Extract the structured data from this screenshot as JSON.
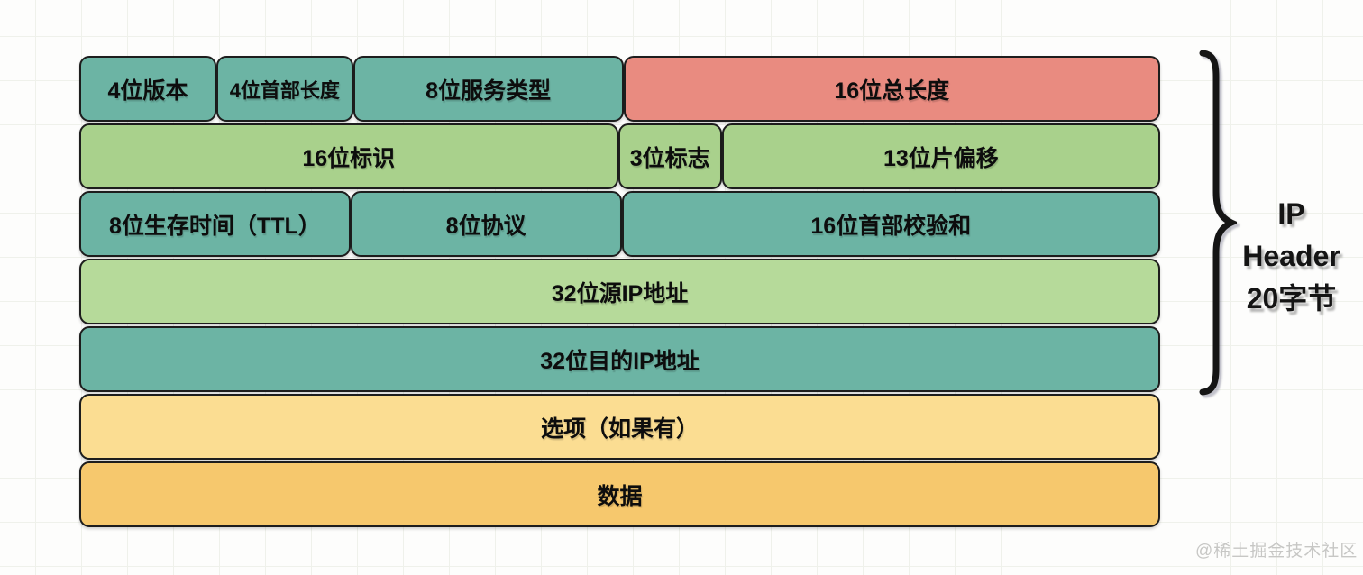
{
  "colors": {
    "teal": "#6cb4a4",
    "red": "#e98b80",
    "green": "#a9d18c",
    "green_light": "#b6da9a",
    "yellow_light": "#fbdd92",
    "yellow": "#f6c86d"
  },
  "diagram": {
    "rows": [
      {
        "cells": [
          {
            "name": "field-version",
            "label": "4位版本",
            "bits": 4,
            "color": "teal"
          },
          {
            "name": "field-header-length",
            "label": "4位首部长度",
            "bits": 4,
            "color": "teal",
            "small": true
          },
          {
            "name": "field-service-type",
            "label": "8位服务类型",
            "bits": 8,
            "color": "teal"
          },
          {
            "name": "field-total-length",
            "label": "16位总长度",
            "bits": 16,
            "color": "red"
          }
        ]
      },
      {
        "cells": [
          {
            "name": "field-identification",
            "label": "16位标识",
            "bits": 16,
            "color": "green"
          },
          {
            "name": "field-flags",
            "label": "3位标志",
            "bits": 3,
            "color": "green"
          },
          {
            "name": "field-fragment-offset",
            "label": "13位片偏移",
            "bits": 13,
            "color": "green"
          }
        ]
      },
      {
        "cells": [
          {
            "name": "field-ttl",
            "label": "8位生存时间（TTL）",
            "bits": 8,
            "color": "teal"
          },
          {
            "name": "field-protocol",
            "label": "8位协议",
            "bits": 8,
            "color": "teal"
          },
          {
            "name": "field-header-checksum",
            "label": "16位首部校验和",
            "bits": 16,
            "color": "teal"
          }
        ]
      },
      {
        "cells": [
          {
            "name": "field-source-ip",
            "label": "32位源IP地址",
            "bits": 32,
            "color": "green_light"
          }
        ]
      },
      {
        "cells": [
          {
            "name": "field-destination-ip",
            "label": "32位目的IP地址",
            "bits": 32,
            "color": "teal"
          }
        ]
      },
      {
        "cells": [
          {
            "name": "field-options",
            "label": "选项（如果有）",
            "bits": 32,
            "color": "yellow_light"
          }
        ]
      },
      {
        "cells": [
          {
            "name": "field-data",
            "label": "数据",
            "bits": 32,
            "color": "yellow"
          }
        ]
      }
    ]
  },
  "brace": {
    "lines": [
      "IP",
      "Header",
      "20字节"
    ]
  },
  "watermark": "@稀土掘金技术社区"
}
